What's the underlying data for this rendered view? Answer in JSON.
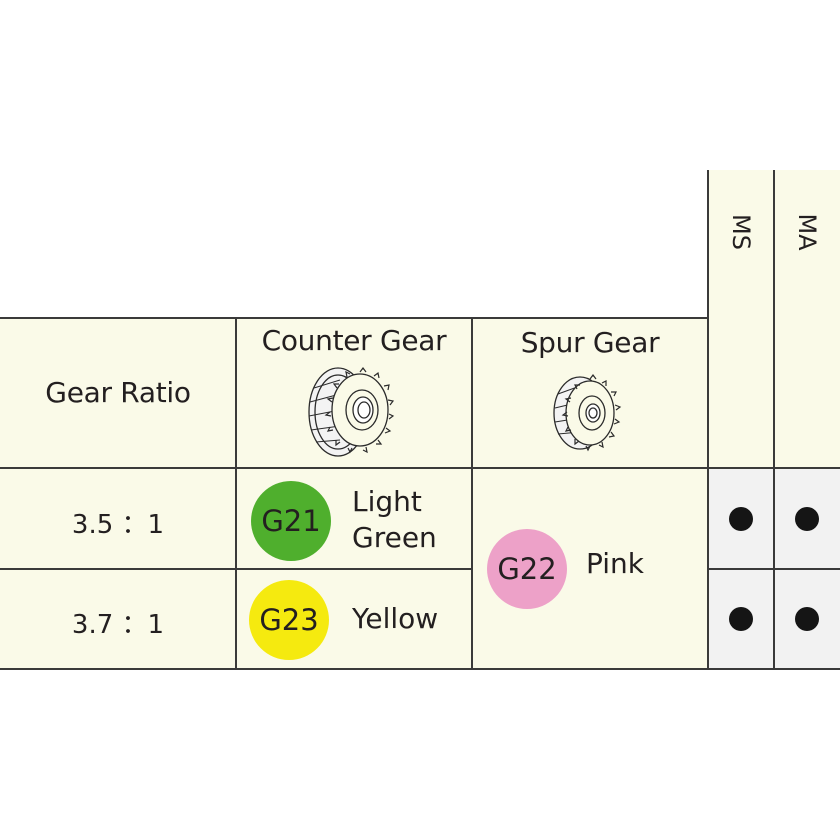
{
  "headers": {
    "gear_ratio": "Gear Ratio",
    "counter_gear": "Counter Gear",
    "spur_gear": "Spur Gear",
    "ms": "MS",
    "ma": "MA"
  },
  "icons": {
    "counter_gear": "counter-gear-icon",
    "spur_gear": "spur-gear-icon"
  },
  "rows": [
    {
      "ratio": "3.5 ：1",
      "counter_gear": {
        "code": "G21",
        "name_line1": "Light",
        "name_line2": "Green",
        "color": "#4faf2d"
      },
      "ms": true,
      "ma": true
    },
    {
      "ratio": "3.7 ：1",
      "counter_gear": {
        "code": "G23",
        "name_line1": "Yellow",
        "color": "#f5ea0f"
      },
      "ms": true,
      "ma": true
    }
  ],
  "spur_gear": {
    "code": "G22",
    "name": "Pink",
    "color": "#eda1c8"
  },
  "colors": {
    "cell_background": "#fafae8",
    "check_background": "#f2f2f2",
    "grid_line": "#3a3a3a"
  }
}
